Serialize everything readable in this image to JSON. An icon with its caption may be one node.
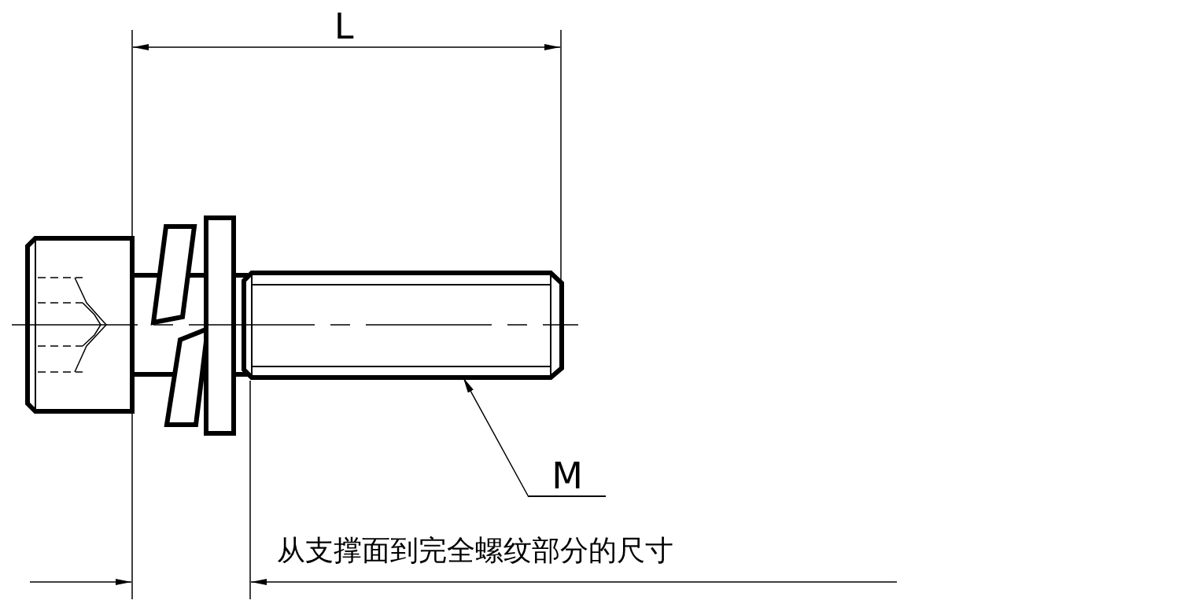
{
  "diagram": {
    "nodes": [
      {
        "text": [
          "M"
        ]
      },
      {
        "text": [],
        "shape": "picture"
      }
    ],
    "edges": [
      {
        "from": 0,
        "to": 1,
        "arrow": "to"
      }
    ],
    "labels": [
      "L",
      "从支撑面到完全螺纹部分的尺寸"
    ]
  }
}
